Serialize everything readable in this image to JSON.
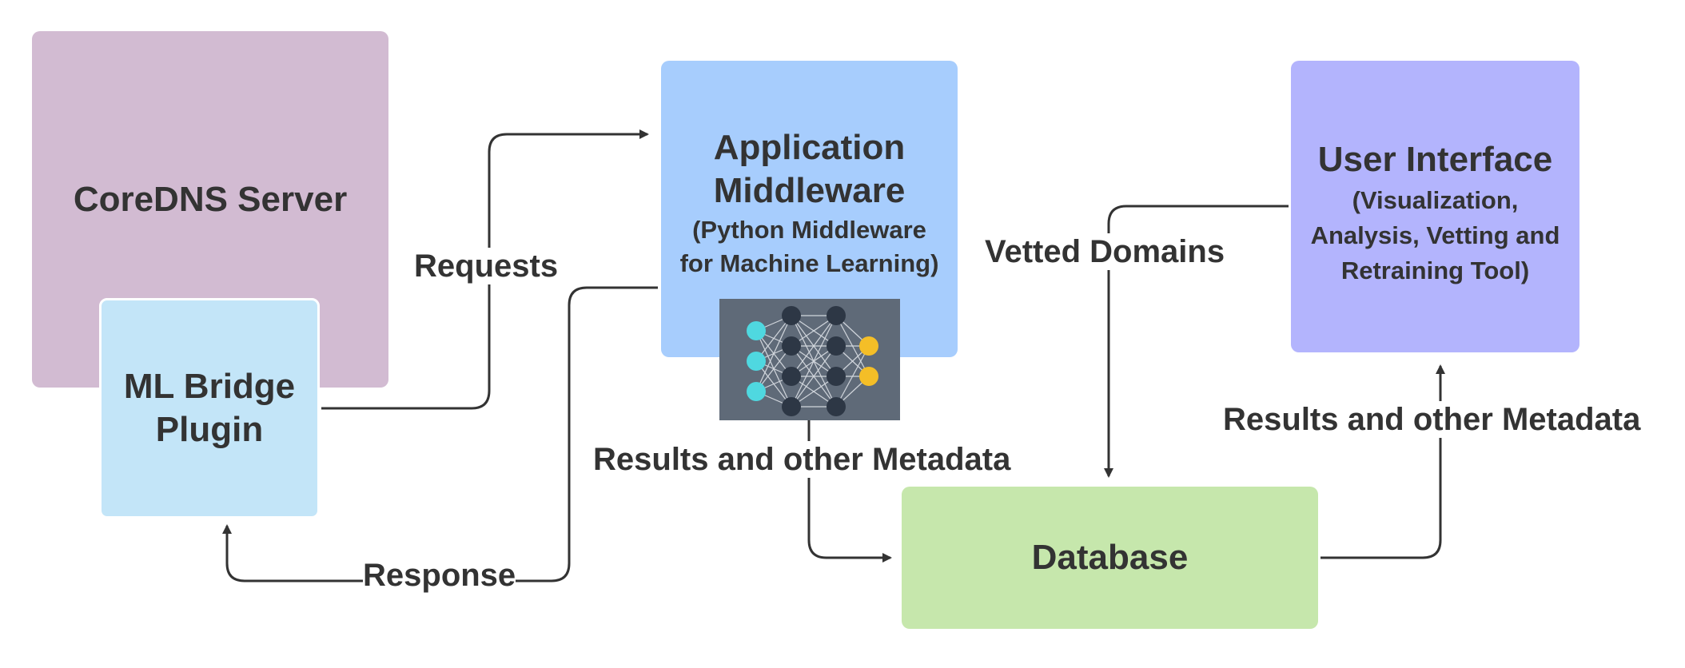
{
  "nodes": {
    "coredns": {
      "title": "CoreDNS Server"
    },
    "mlbridge": {
      "line1": "ML Bridge",
      "line2": "Plugin"
    },
    "middleware": {
      "title1": "Application",
      "title2": "Middleware",
      "sub1": "(Python Middleware",
      "sub2": "for Machine Learning)"
    },
    "ui": {
      "title": "User Interface",
      "sub1": "(Visualization,",
      "sub2": "Analysis, Vetting and",
      "sub3": "Retraining Tool)"
    },
    "database": {
      "title": "Database"
    }
  },
  "edges": {
    "requests": "Requests",
    "response": "Response",
    "results_to_db": "Results and other Metadata",
    "vetted": "Vetted Domains",
    "results_to_ui": "Results and other Metadata"
  },
  "colors": {
    "coredns": "#d2bbd2",
    "mlbridge": "#c3e5f8",
    "middleware": "#a7cdfd",
    "ui": "#b3b4fd",
    "database": "#c6e7ac",
    "line": "#333333",
    "nn_background": "#5f6a78",
    "nn_input": "#4fd8e0",
    "nn_hidden": "#2d3745",
    "nn_output": "#f4be27"
  }
}
